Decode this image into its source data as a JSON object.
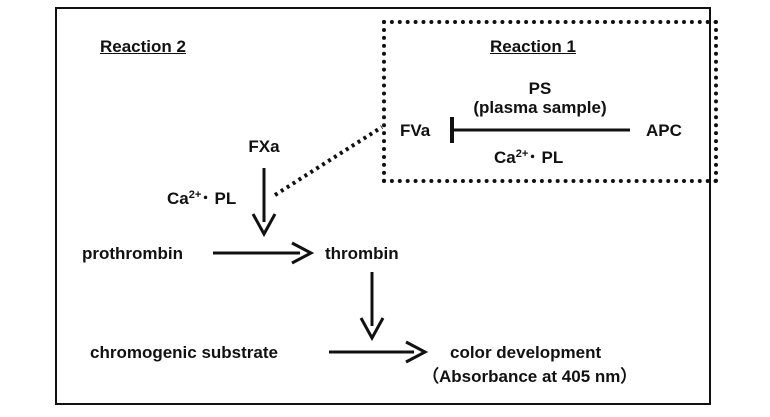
{
  "reaction2": {
    "title": "Reaction 2",
    "fxa": "FXa",
    "cofactor_main": "Ca",
    "cofactor_sup": "2+",
    "cofactor_rest": "･ PL",
    "prothrombin": "prothrombin",
    "thrombin": "thrombin",
    "substrate": "chromogenic substrate",
    "color_development": "color development",
    "absorbance": "（Absorbance at 405 nm）"
  },
  "reaction1": {
    "title": "Reaction 1",
    "ps": "PS",
    "ps_note": "(plasma sample)",
    "fva": "FVa",
    "apc": "APC",
    "cofactor_main": "Ca",
    "cofactor_sup": "2+",
    "cofactor_rest": "･ PL"
  },
  "colors": {
    "stroke": "#111111",
    "background": "#ffffff"
  }
}
